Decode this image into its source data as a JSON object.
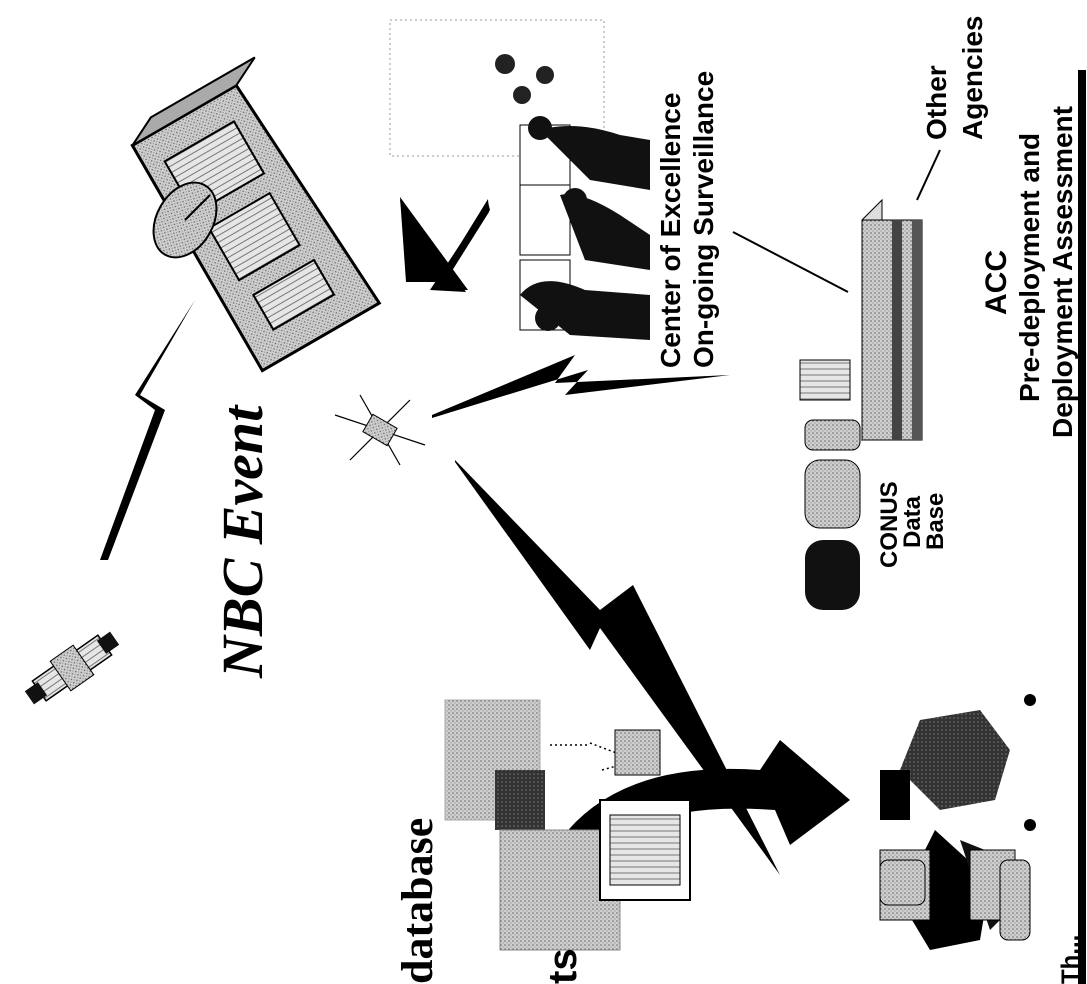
{
  "diagram": {
    "title": "NBC Event",
    "labels": {
      "database": "database",
      "center_line1": "Center of Excellence",
      "center_line2": "On-going Surveillance",
      "other_agencies_line1": "Other",
      "other_agencies_line2": "Agencies",
      "conus_line1": "CONUS",
      "conus_line2": "Data",
      "conus_line3": "Base",
      "acc": "ACC",
      "assessment_line1": "Pre-deployment and",
      "assessment_line2": "Deployment Assessment",
      "partial_ts": "ts",
      "partial_bottom": "Th..."
    },
    "icons": [
      "satellite-icon",
      "ship-icon",
      "radar-dish-icon",
      "small-satellite-icon",
      "map-with-markers-icon",
      "people-at-screens-icon",
      "server-icon",
      "database-cylinders-icon",
      "equipment-icon",
      "field-deployment-icon"
    ]
  }
}
